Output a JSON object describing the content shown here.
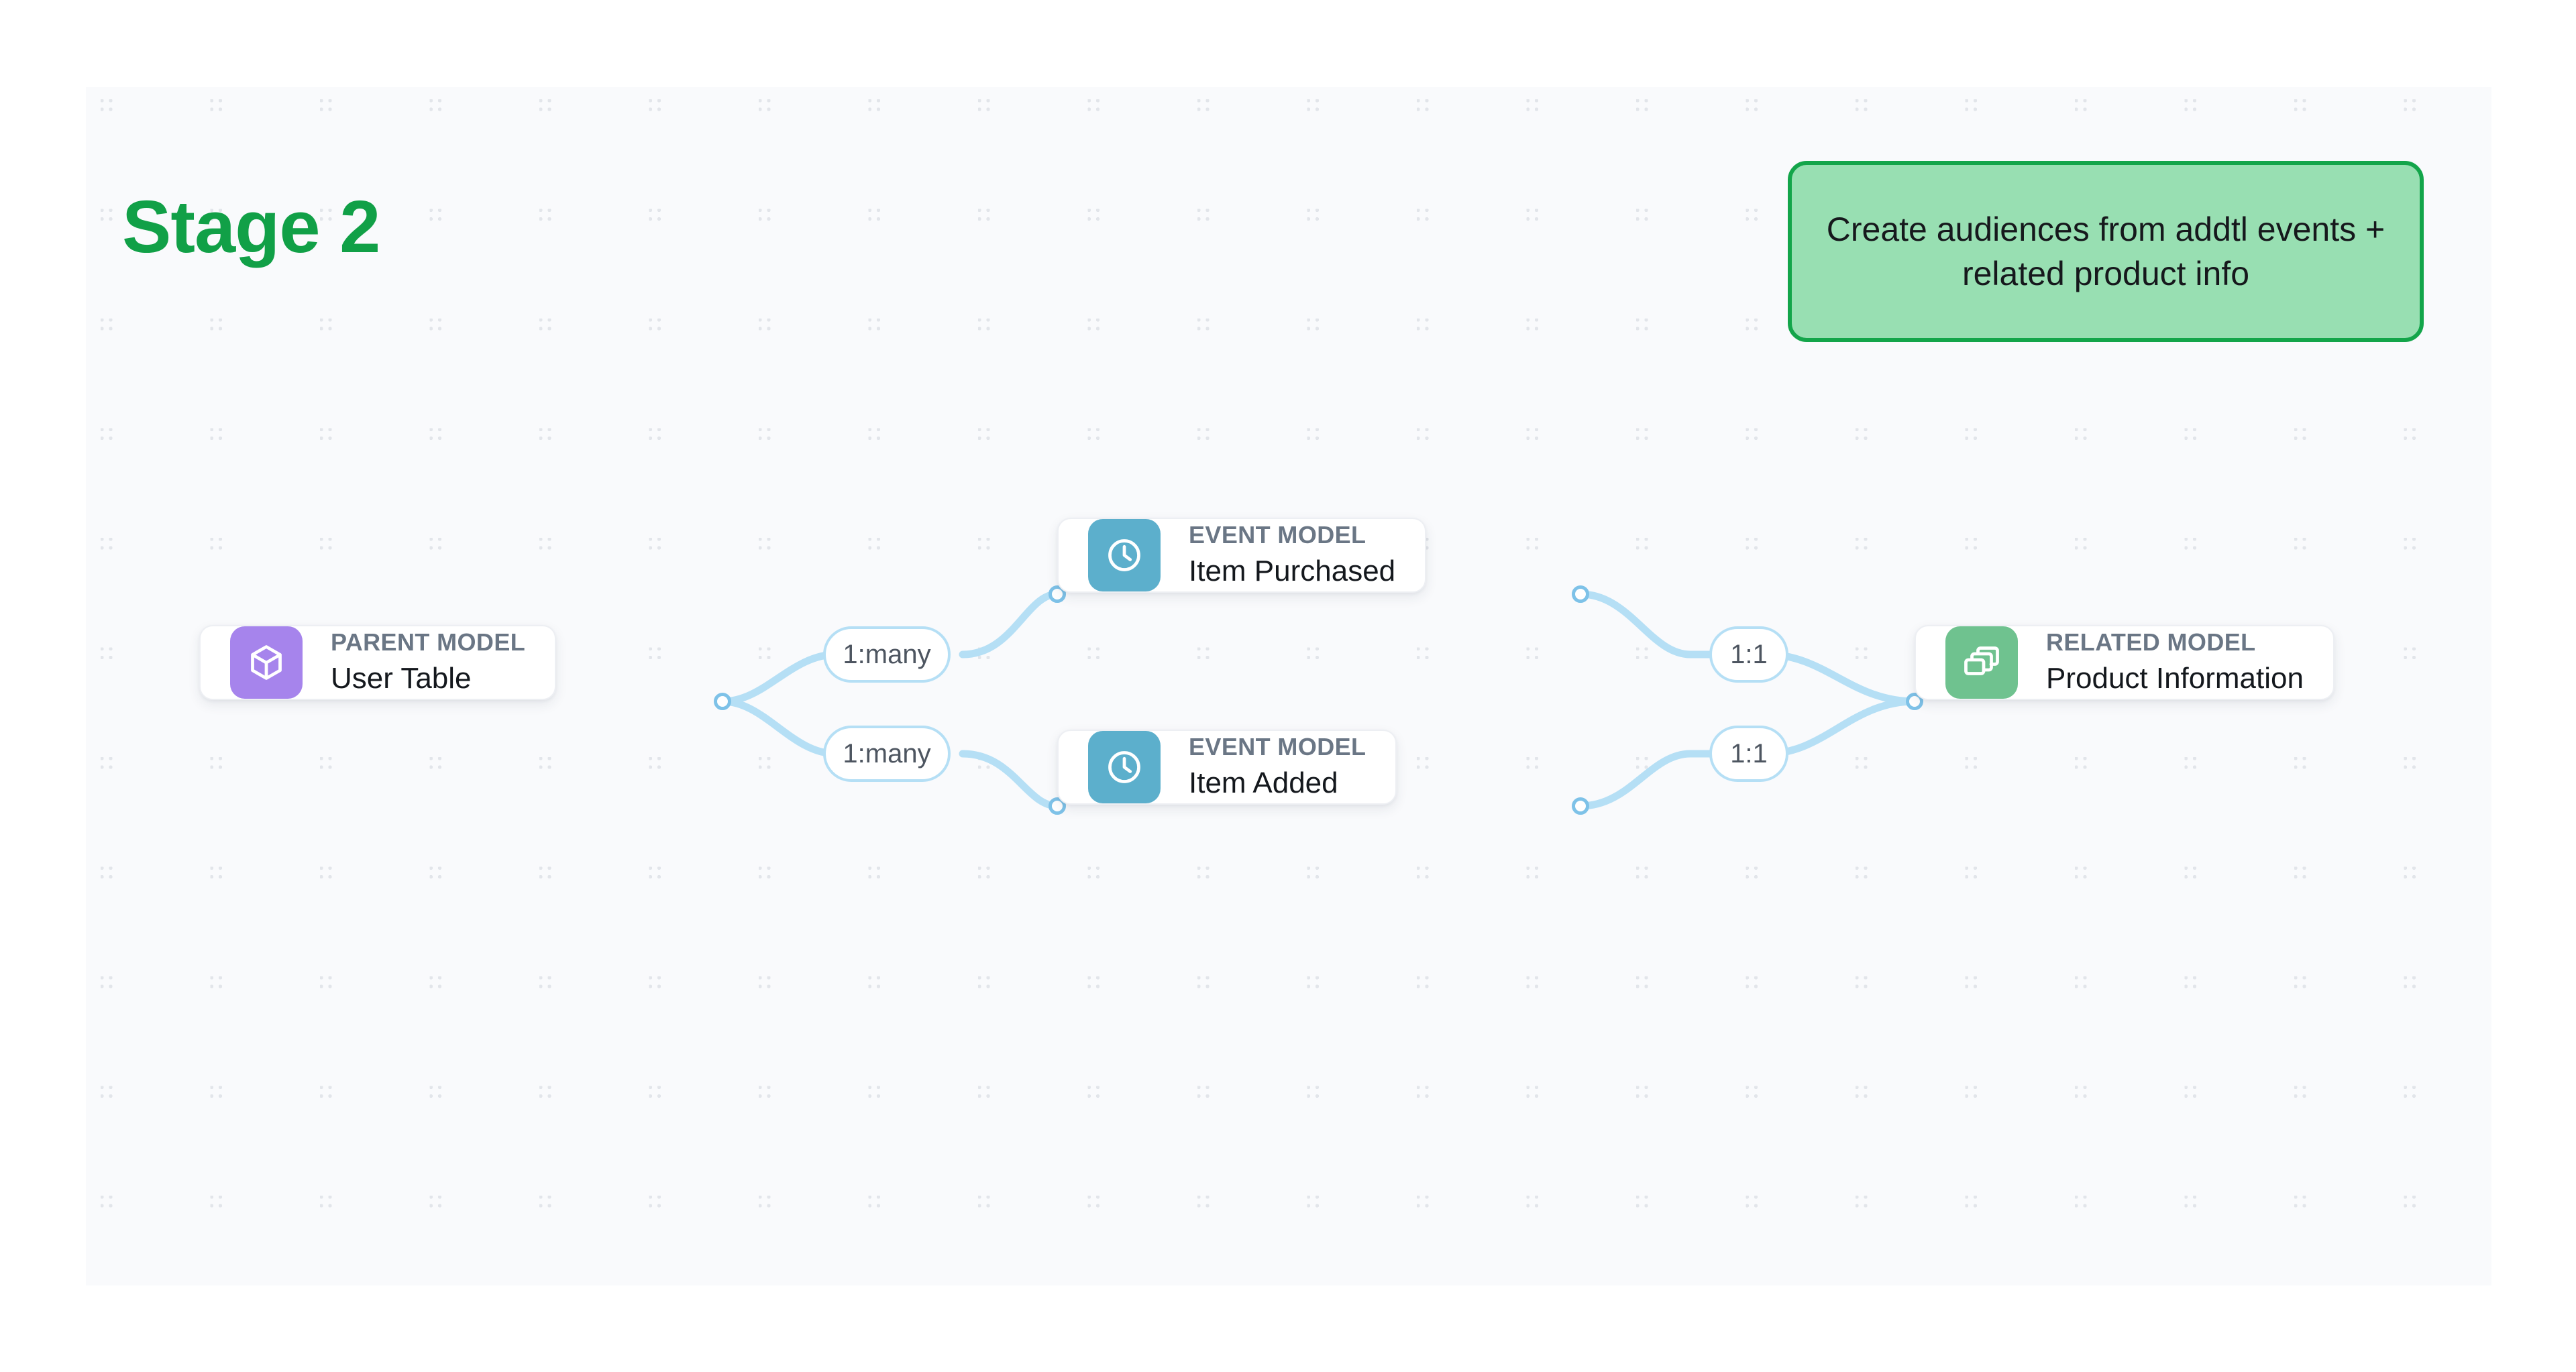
{
  "stage": {
    "title": "Stage 2"
  },
  "callout": {
    "text": "Create audiences from addtl events + related product info",
    "bg": "#98dfb2",
    "border": "#13a54a"
  },
  "colors": {
    "accent_green": "#11a047",
    "canvas_bg": "#f9fafc",
    "edge": "#b5dff5",
    "handle_ring": "#7ec2e8",
    "icon_parent": "#a684ec",
    "icon_event": "#5cafcc",
    "icon_related": "#6fc28f"
  },
  "nodes": [
    {
      "id": "parent",
      "kicker": "PARENT MODEL",
      "name": "User Table",
      "icon": "cube-icon"
    },
    {
      "id": "event1",
      "kicker": "EVENT MODEL",
      "name": "Item Purchased",
      "icon": "clock-icon"
    },
    {
      "id": "event2",
      "kicker": "EVENT MODEL",
      "name": "Item Added",
      "icon": "clock-icon"
    },
    {
      "id": "related",
      "kicker": "RELATED MODEL",
      "name": "Product Information",
      "icon": "layers-icon"
    }
  ],
  "edges": [
    {
      "id": "e1",
      "from": "parent",
      "to": "event1",
      "label": "1:many"
    },
    {
      "id": "e2",
      "from": "parent",
      "to": "event2",
      "label": "1:many"
    },
    {
      "id": "e3",
      "from": "event1",
      "to": "related",
      "label": "1:1"
    },
    {
      "id": "e4",
      "from": "event2",
      "to": "related",
      "label": "1:1"
    }
  ]
}
